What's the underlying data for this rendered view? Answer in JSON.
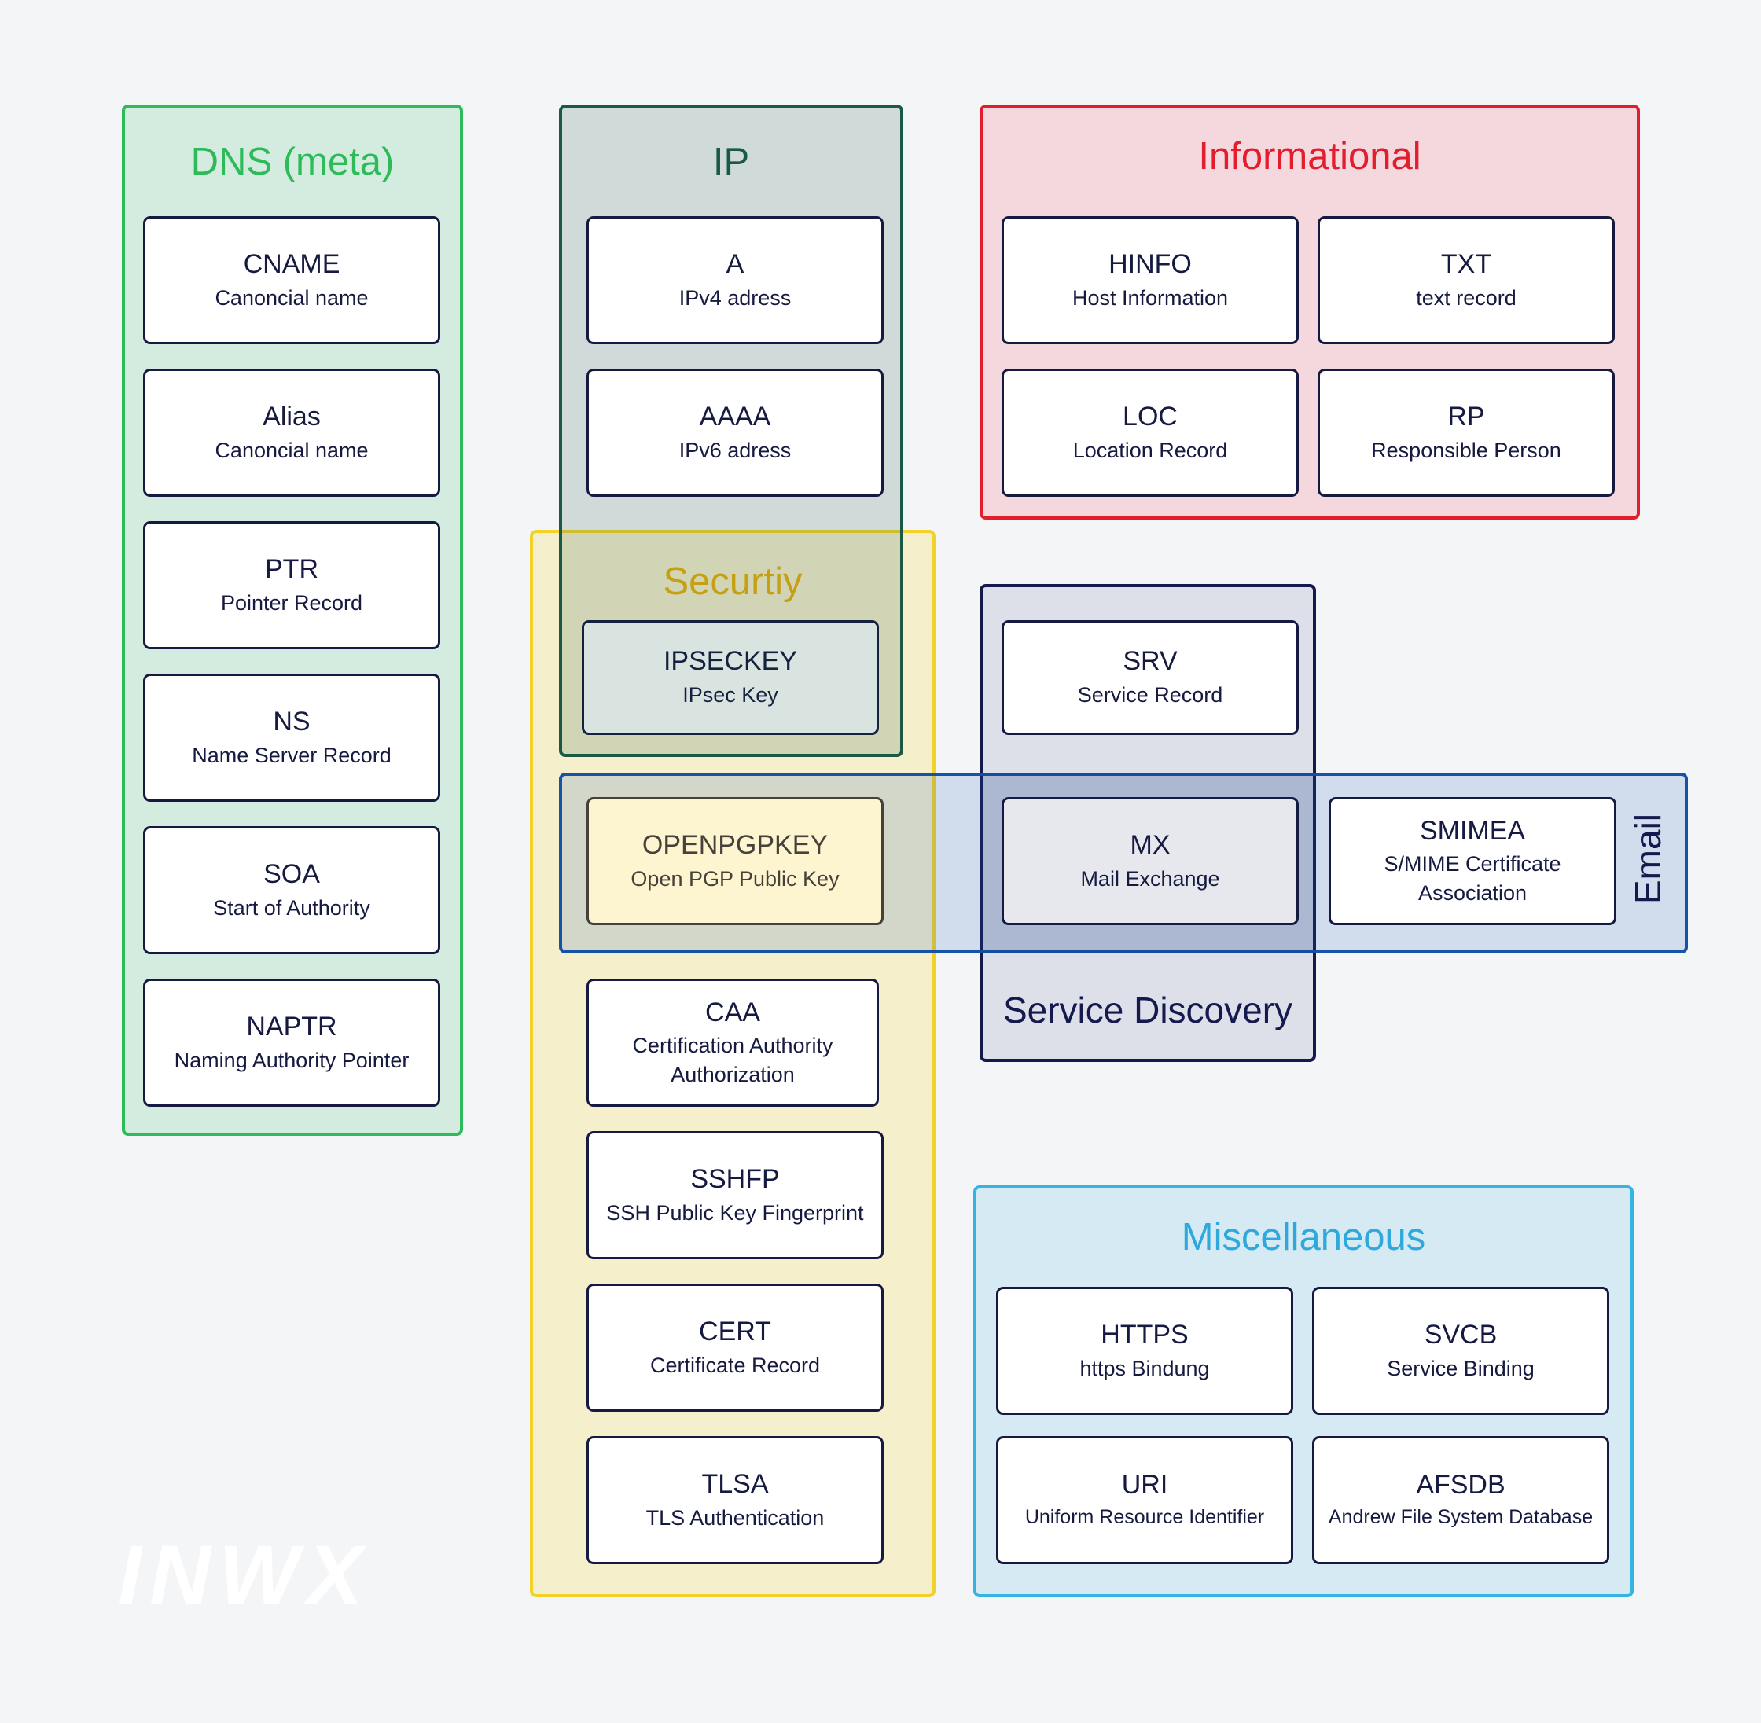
{
  "groups": {
    "dns_meta": {
      "title": "DNS (meta)",
      "color": "#2dbb5a"
    },
    "ip": {
      "title": "IP",
      "color": "#1a5a45"
    },
    "informational": {
      "title": "Informational",
      "color": "#e11d2e"
    },
    "security": {
      "title": "Securtiy",
      "color": "#c4a012"
    },
    "service_discovery": {
      "title": "Service Discovery",
      "color": "#141a4e"
    },
    "email": {
      "title": "Email",
      "color": "#1652a6"
    },
    "miscellaneous": {
      "title": "Miscellaneous",
      "color": "#2fa9dc"
    }
  },
  "records": {
    "cname": {
      "name": "CNAME",
      "desc": "Canoncial name"
    },
    "alias": {
      "name": "Alias",
      "desc": "Canoncial name"
    },
    "ptr": {
      "name": "PTR",
      "desc": "Pointer Record"
    },
    "ns": {
      "name": "NS",
      "desc": "Name Server Record"
    },
    "soa": {
      "name": "SOA",
      "desc": "Start of Authority"
    },
    "naptr": {
      "name": "NAPTR",
      "desc": "Naming Authority Pointer"
    },
    "a": {
      "name": "A",
      "desc": "IPv4 adress"
    },
    "aaaa": {
      "name": "AAAA",
      "desc": "IPv6 adress"
    },
    "hinfo": {
      "name": "HINFO",
      "desc": "Host Information"
    },
    "txt": {
      "name": "TXT",
      "desc": "text record"
    },
    "loc": {
      "name": "LOC",
      "desc": "Location Record"
    },
    "rp": {
      "name": "RP",
      "desc": "Responsible Person"
    },
    "ipseckey": {
      "name": "IPSECKEY",
      "desc": "IPsec Key"
    },
    "srv": {
      "name": "SRV",
      "desc": "Service Record"
    },
    "openpgpkey": {
      "name": "OPENPGPKEY",
      "desc": "Open PGP Public Key"
    },
    "mx": {
      "name": "MX",
      "desc": "Mail Exchange"
    },
    "smimea": {
      "name": "SMIMEA",
      "desc": "S/MIME Certificate Association"
    },
    "caa": {
      "name": "CAA",
      "desc": "Certification Authority Authorization"
    },
    "sshfp": {
      "name": "SSHFP",
      "desc": "SSH Public Key Fingerprint"
    },
    "cert": {
      "name": "CERT",
      "desc": "Certificate Record"
    },
    "tlsa": {
      "name": "TLSA",
      "desc": "TLS Authentication"
    },
    "https": {
      "name": "HTTPS",
      "desc": "https Bindung"
    },
    "svcb": {
      "name": "SVCB",
      "desc": "Service Binding"
    },
    "uri": {
      "name": "URI",
      "desc": "Uniform Resource Identifier"
    },
    "afsdb": {
      "name": "AFSDB",
      "desc": "Andrew File System Database"
    }
  },
  "logo": {
    "text": "INWX"
  }
}
